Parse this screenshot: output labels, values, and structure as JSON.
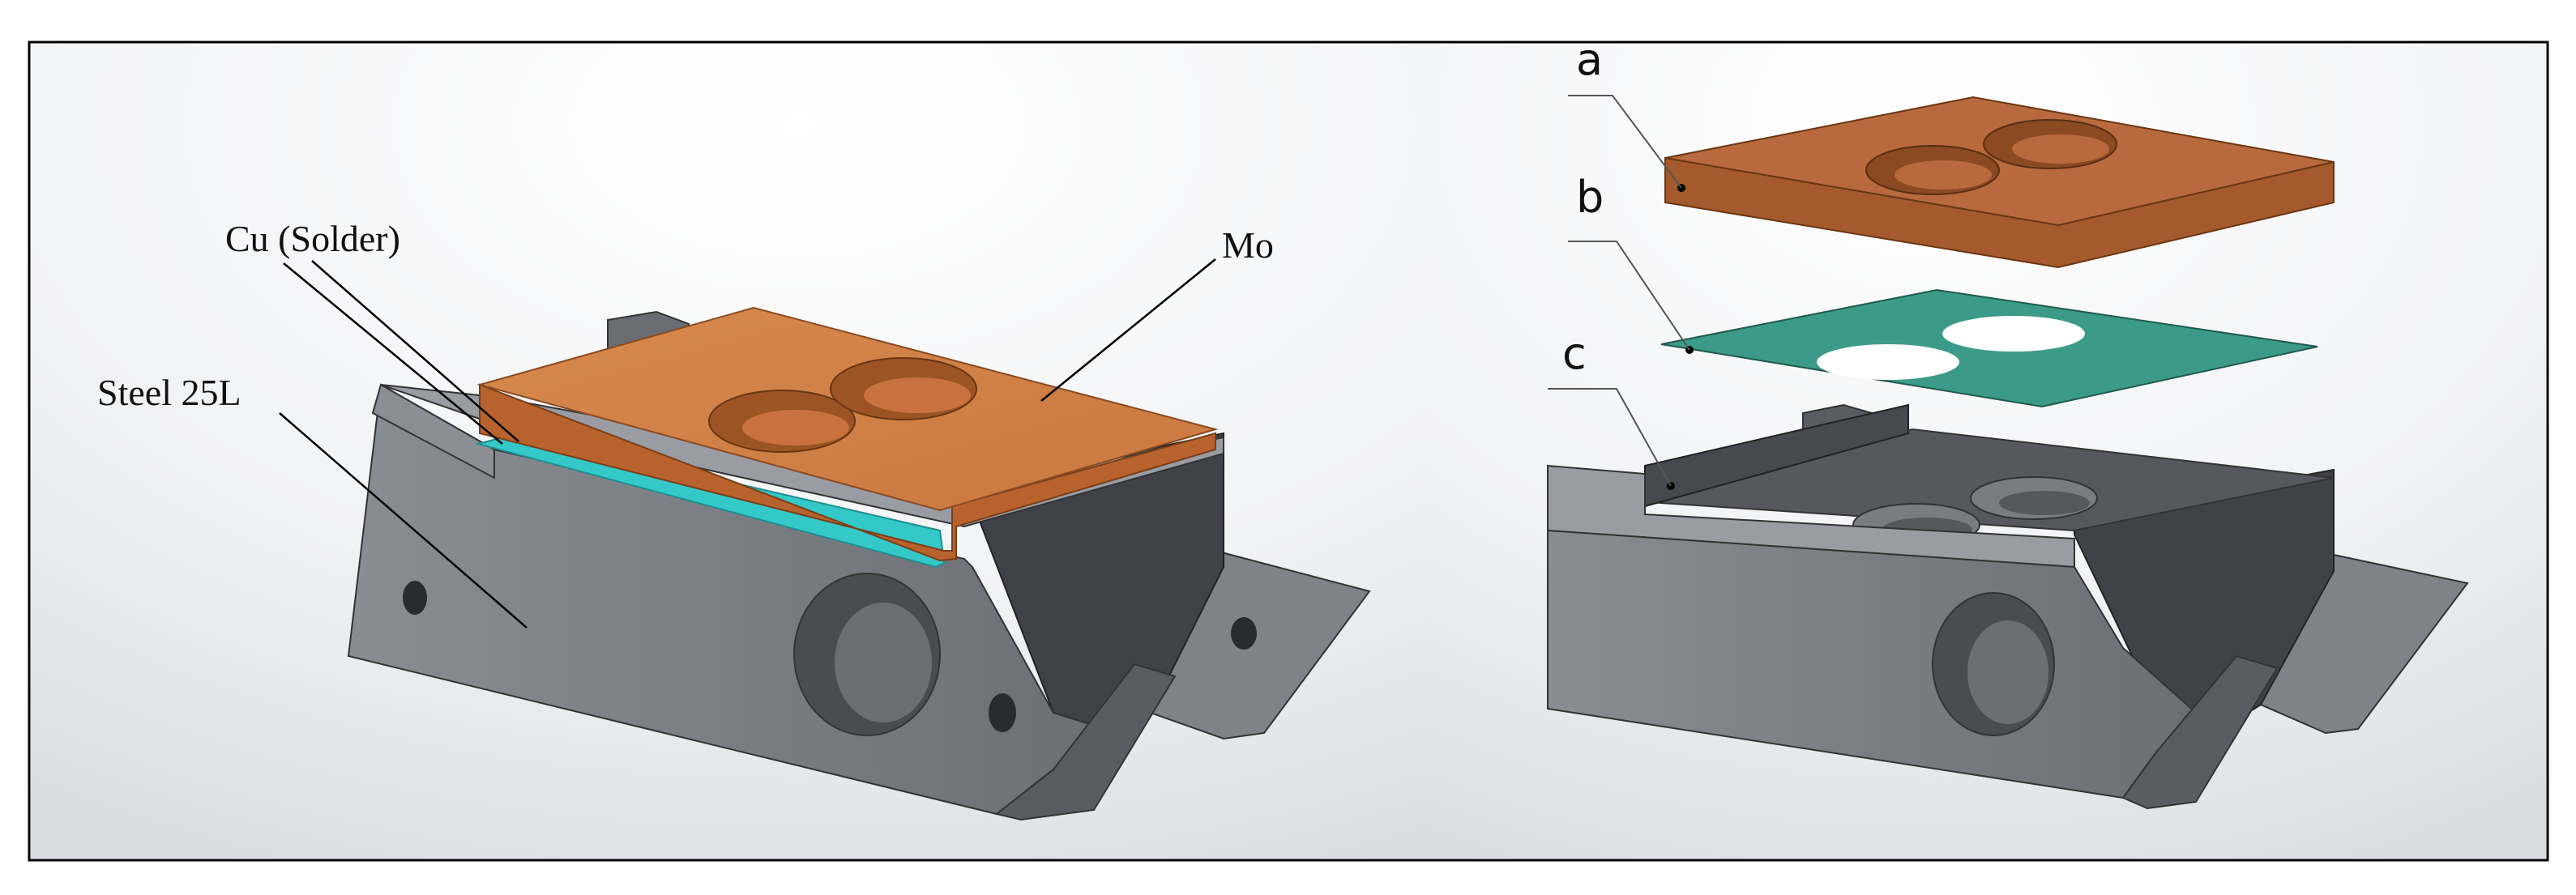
{
  "left_panel": {
    "labels": {
      "solder": "Cu (Solder)",
      "top_plate": "Mo",
      "base": "Steel 25L"
    }
  },
  "right_panel": {
    "labels": {
      "a": "a",
      "b": "b",
      "c": "c"
    }
  },
  "colors": {
    "copper": "#C8733F",
    "copper_top": "#D08448",
    "solder": "#35C8C8",
    "shim": "#3C9A88",
    "steel_light": "#8E9098",
    "steel_mid": "#6E7078",
    "steel_dark": "#404248",
    "frame": "#000000"
  }
}
